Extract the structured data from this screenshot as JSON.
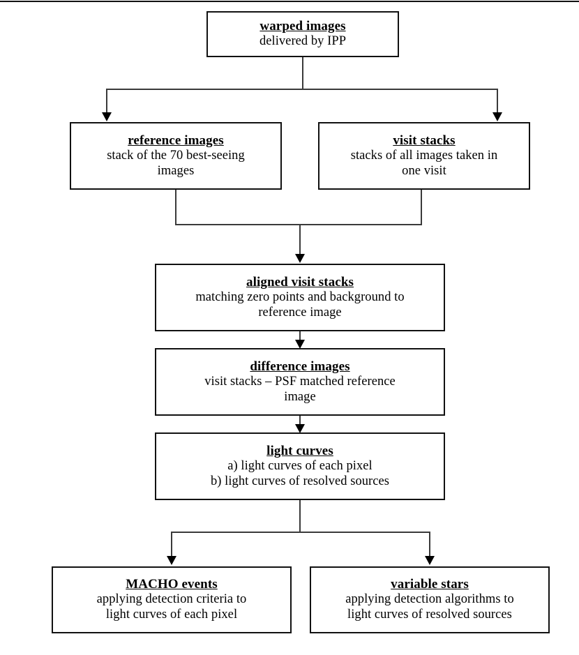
{
  "diagram": {
    "type": "flowchart",
    "orientation": "top-to-bottom",
    "nodes": [
      {
        "id": "warped-images",
        "title": "warped images",
        "desc": [
          "delivered by IPP"
        ]
      },
      {
        "id": "reference-images",
        "title": "reference images",
        "desc": [
          "stack of the 70 best-seeing",
          "images"
        ]
      },
      {
        "id": "visit-stacks",
        "title": "visit stacks",
        "desc": [
          "stacks of all images taken in",
          "one visit"
        ]
      },
      {
        "id": "aligned-visit-stacks",
        "title": "aligned visit stacks",
        "desc": [
          "matching zero points and background to",
          "reference image"
        ]
      },
      {
        "id": "difference-images",
        "title": "difference images",
        "desc": [
          "visit stacks – PSF matched reference",
          "image"
        ]
      },
      {
        "id": "light-curves",
        "title": "light curves",
        "desc": [
          "a) light curves of each pixel",
          "b) light curves of resolved sources"
        ]
      },
      {
        "id": "macho-events",
        "title": "MACHO events",
        "desc": [
          "applying detection criteria to",
          "light curves of each pixel"
        ]
      },
      {
        "id": "variable-stars",
        "title": "variable stars",
        "desc": [
          "applying detection algorithms to",
          "light curves of resolved sources"
        ]
      }
    ],
    "edges": [
      {
        "from": "warped-images",
        "to": "reference-images",
        "style": "split-arrow"
      },
      {
        "from": "warped-images",
        "to": "visit-stacks",
        "style": "split-arrow"
      },
      {
        "from": "reference-images",
        "to": "aligned-visit-stacks",
        "style": "merge-arrow"
      },
      {
        "from": "visit-stacks",
        "to": "aligned-visit-stacks",
        "style": "merge-arrow"
      },
      {
        "from": "aligned-visit-stacks",
        "to": "difference-images",
        "style": "straight-arrow"
      },
      {
        "from": "difference-images",
        "to": "light-curves",
        "style": "straight-arrow"
      },
      {
        "from": "light-curves",
        "to": "macho-events",
        "style": "split-arrow"
      },
      {
        "from": "light-curves",
        "to": "variable-stars",
        "style": "split-arrow"
      }
    ],
    "colors": {
      "box_border": "#111111",
      "connector": "#3a3a3a",
      "arrowhead": "#000000",
      "background": "#ffffff",
      "text": "#000000"
    }
  }
}
